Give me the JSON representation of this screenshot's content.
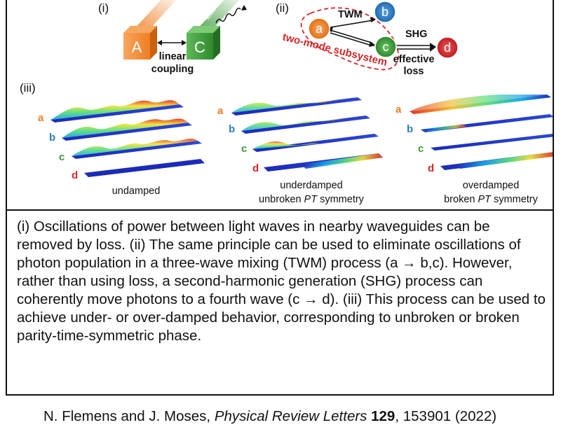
{
  "panel_i": {
    "label": "(i)",
    "box_a": "A",
    "box_c": "C",
    "loss_label": "loss",
    "coupling_line1": "linear",
    "coupling_line2": "coupling"
  },
  "panel_ii": {
    "label": "(ii)",
    "node_a": "a",
    "node_b": "b",
    "node_c": "c",
    "node_d": "d",
    "twm_label": "TWM",
    "shg_label": "SHG",
    "effective_line1": "effective",
    "effective_line2": "loss",
    "subsystem_label": "two-mode subsystem"
  },
  "panel_iii": {
    "label": "(iii)",
    "columns": [
      {
        "letters": [
          "a",
          "b",
          "c",
          "d"
        ],
        "caption_line1": "undamped",
        "caption_line2": "",
        "caption_line2_it": "",
        "caption_line2_tail": ""
      },
      {
        "letters": [
          "a",
          "b",
          "c",
          "d"
        ],
        "caption_line1": "underdamped",
        "caption_line2": "unbroken ",
        "caption_line2_it": "PT",
        "caption_line2_tail": " symmetry"
      },
      {
        "letters": [
          "a",
          "b",
          "c",
          "d"
        ],
        "caption_line1": "overdamped",
        "caption_line2": "broken ",
        "caption_line2_it": "PT",
        "caption_line2_tail": " symmetry"
      }
    ]
  },
  "colors": {
    "a": "#ef7d22",
    "b": "#2f7fc1",
    "c": "#3c9a3a",
    "d": "#d6262a",
    "subsystem": "#d62628"
  },
  "caption": "(i) Oscillations of power between light waves in nearby waveguides can be removed by loss. (ii) The same principle can be used to eliminate oscillations of photon population in a three-wave mixing (TWM) process (a → b,c). However, rather than using loss, a second-harmonic generation (SHG) process can coherently move photons to a fourth wave (c → d). (iii) This process can be used to achieve under- or over-damped behavior, corresponding to unbroken or broken parity-time-symmetric phase.",
  "citation": {
    "authors": "N. Flemens and J. Moses, ",
    "journal": "Physical Review Letters",
    "volume": " 129",
    "rest": ", 153901 (2022)"
  }
}
